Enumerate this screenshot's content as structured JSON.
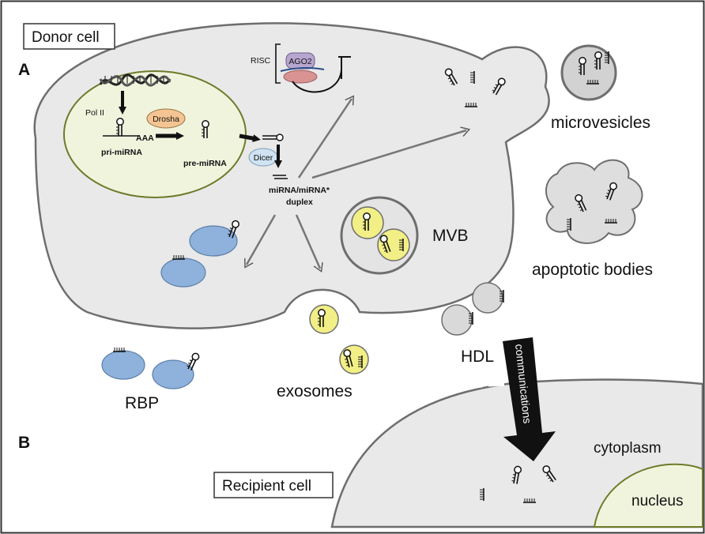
{
  "panels": {
    "a": "A",
    "b": "B"
  },
  "boxes": {
    "donor": "Donor cell",
    "recipient": "Recipient cell"
  },
  "nucleus_labels": {
    "pol2": "Pol II",
    "aaa": "AAA",
    "pri": "pri-miRNA",
    "drosha": "Drosha",
    "pre": "pre-miRNA"
  },
  "risc": {
    "label": "RISC",
    "ago2": "AGO2"
  },
  "dicer": "Dicer",
  "duplex": {
    "line1": "miRNA/miRNA*",
    "line2": "duplex"
  },
  "vesicles": {
    "mvb": "MVB",
    "microvesicles": "microvesicles",
    "apoptotic": "apoptotic bodies",
    "hdl": "HDL",
    "exosomes": "exosomes",
    "rbp": "RBP"
  },
  "arrow_text": "communications",
  "recipient": {
    "cytoplasm": "cytoplasm",
    "nucleus": "nucleus"
  },
  "colors": {
    "cell_fill": "#e9e9e9",
    "cell_stroke": "#6e6e6e",
    "nucleus_fill": "#f1f4dd",
    "nucleus_stroke": "#6e7a2a",
    "rbp_blue": "#8fb2dc",
    "exosome_yellow": "#f1ef86",
    "drosha_orange": "#f4c592",
    "dicer_blue": "#cfe3f3",
    "ago2_purple": "#b7a6cf",
    "hdl_gray": "#d9d9d9"
  }
}
